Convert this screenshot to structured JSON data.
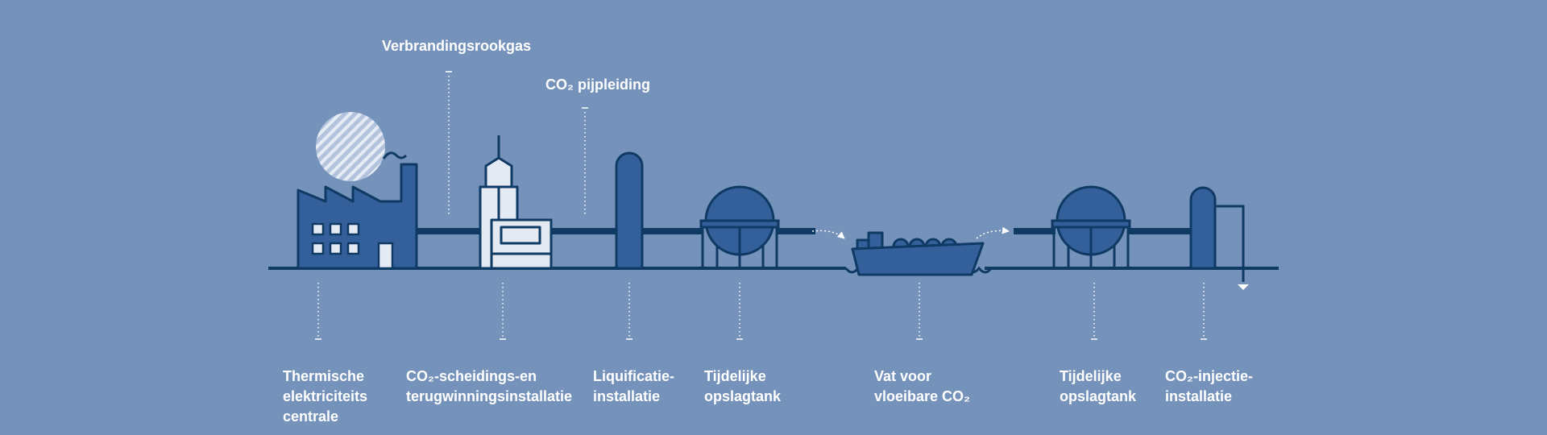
{
  "colors": {
    "background": "#7592ba",
    "fill": "#33609a",
    "stroke": "#0e3a64",
    "light": "#e4eaf4",
    "text": "#ffffff"
  },
  "top_labels": {
    "flue_gas": "Verbrandingsrookgas",
    "pipeline": "CO₂ pijpleiding"
  },
  "stations": [
    {
      "name": "power-station",
      "lines": [
        "Thermische",
        "elektriciteits",
        "centrale"
      ]
    },
    {
      "name": "capture-installation",
      "lines": [
        "CO₂-scheidings-en",
        "terugwinningsinstallatie"
      ]
    },
    {
      "name": "liquefaction-installation",
      "lines": [
        "Liquificatie-",
        "installatie"
      ]
    },
    {
      "name": "storage-tank-1",
      "lines": [
        "Tijdelijke",
        "opslagtank"
      ]
    },
    {
      "name": "ship",
      "lines": [
        "Vat voor",
        "vloeibare CO₂"
      ]
    },
    {
      "name": "storage-tank-2",
      "lines": [
        "Tijdelijke",
        "opslagtank"
      ]
    },
    {
      "name": "injection-installation",
      "lines": [
        "CO₂-injectie-",
        "installatie"
      ]
    }
  ]
}
